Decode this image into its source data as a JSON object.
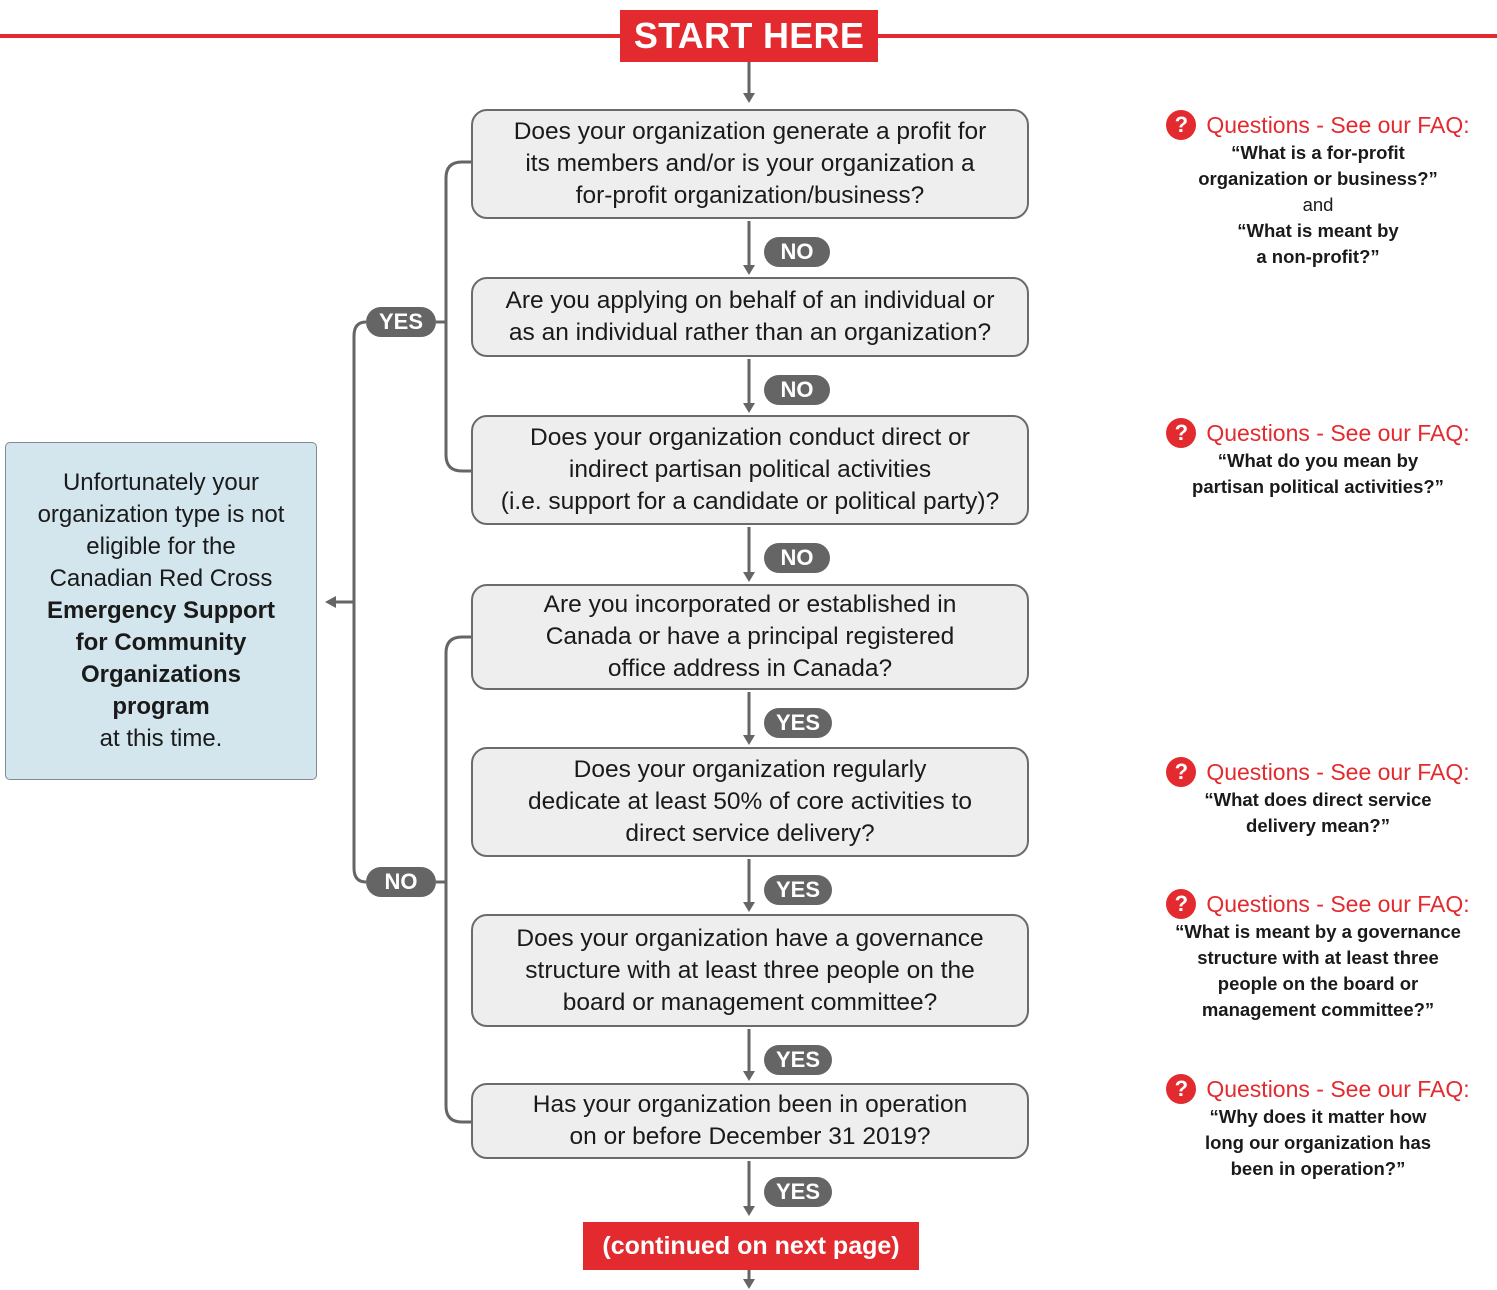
{
  "start_label": "START HERE",
  "questions": [
    {
      "lines": [
        "Does your organization generate a profit for",
        "its members and/or is your organization a",
        "for-profit organization/business?"
      ]
    },
    {
      "lines": [
        "Are you applying on behalf of an individual or",
        "as an individual rather than an organization?"
      ]
    },
    {
      "lines": [
        "Does your organization conduct direct or",
        "indirect partisan political activities",
        "(i.e. support for a candidate or political party)?"
      ]
    },
    {
      "lines": [
        "Are you incorporated or established in",
        "Canada or have a principal registered",
        "office address in Canada?"
      ]
    },
    {
      "lines": [
        "Does your organization regularly",
        "dedicate at least 50% of core activities to",
        "direct service delivery?"
      ]
    },
    {
      "lines": [
        "Does your organization have a governance",
        "structure with at least three people on the",
        "board or management committee?"
      ]
    },
    {
      "lines": [
        "Has your organization been in operation",
        "on or before December 31 2019?"
      ]
    }
  ],
  "down_labels": [
    "NO",
    "NO",
    "NO",
    "YES",
    "YES",
    "YES",
    "YES"
  ],
  "branch_labels": {
    "yes": "YES",
    "no": "NO"
  },
  "result": {
    "intro_lines": [
      "Unfortunately your",
      "organization type is not",
      "eligible for the",
      "Canadian Red Cross"
    ],
    "bold_lines": [
      "Emergency Support",
      "for Community",
      "Organizations",
      "program"
    ],
    "outro": "at this time."
  },
  "continued_label": "(continued on next page)",
  "faq_heading": "Questions - See our FAQ:",
  "faq_icon": "question-circle-icon",
  "faqs": [
    {
      "parts": [
        {
          "text": "“What is a for-profit",
          "bold": true
        },
        {
          "text": "organization or business?”",
          "bold": true
        },
        {
          "text": "and",
          "bold": false
        },
        {
          "text": "“What is meant by",
          "bold": true
        },
        {
          "text": "a non-profit?”",
          "bold": true
        }
      ]
    },
    {
      "parts": [
        {
          "text": "“What do you mean by",
          "bold": true
        },
        {
          "text": "partisan political activities?”",
          "bold": true
        }
      ]
    },
    {
      "parts": [
        {
          "text": "“What does direct service",
          "bold": true
        },
        {
          "text": "delivery mean?”",
          "bold": true
        }
      ]
    },
    {
      "parts": [
        {
          "text": "“What is meant by a governance",
          "bold": true
        },
        {
          "text": "structure with at least three",
          "bold": true
        },
        {
          "text": "people on the board or",
          "bold": true
        },
        {
          "text": "management committee?”",
          "bold": true
        }
      ]
    },
    {
      "parts": [
        {
          "text": "“Why does it matter how",
          "bold": true
        },
        {
          "text": "long our organization has",
          "bold": true
        },
        {
          "text": "been in operation?”",
          "bold": true
        }
      ]
    }
  ],
  "colors": {
    "accent_red": "#e32a2e",
    "connector_gray": "#656565",
    "box_fill": "#eeeeee",
    "result_fill": "#d3e6ee"
  }
}
